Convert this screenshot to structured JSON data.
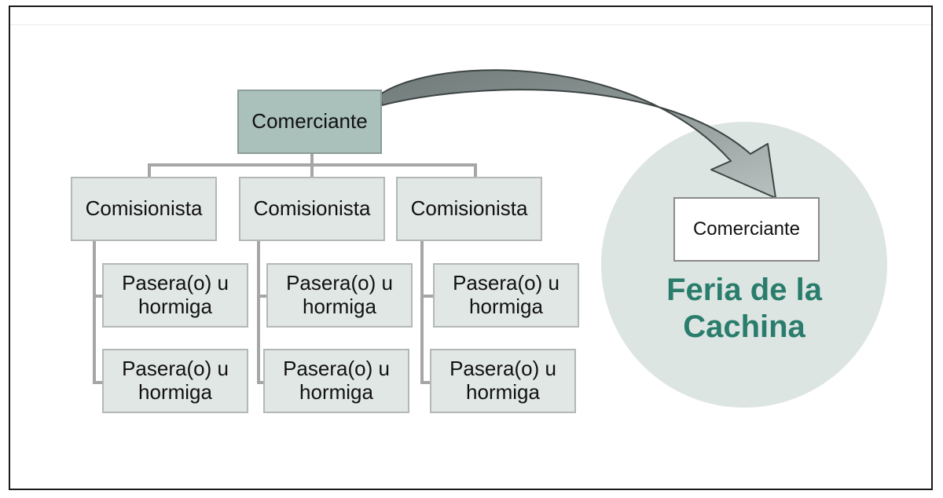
{
  "diagram": {
    "root": {
      "label": "Comerciante"
    },
    "columns": [
      {
        "label": "Comisionista",
        "children": [
          "Pasera(o) u\nhormiga",
          "Pasera(o) u\nhormiga"
        ]
      },
      {
        "label": "Comisionista",
        "children": [
          "Pasera(o) u\nhormiga",
          "Pasera(o) u\nhormiga"
        ]
      },
      {
        "label": "Comisionista",
        "children": [
          "Pasera(o) u\nhormiga",
          "Pasera(o) u\nhormiga"
        ]
      }
    ],
    "destination": {
      "inner_label": "Comerciante",
      "title_line1": "Feria de la",
      "title_line2": "Cachina"
    }
  },
  "colors": {
    "root_fill": "#a9c0bb",
    "node_fill": "#e1e7e4",
    "circle_fill": "#dde5e3",
    "title_text": "#2a7d6c",
    "connector": "#a6a6a6",
    "arrow_fill": "#7f8a89"
  }
}
